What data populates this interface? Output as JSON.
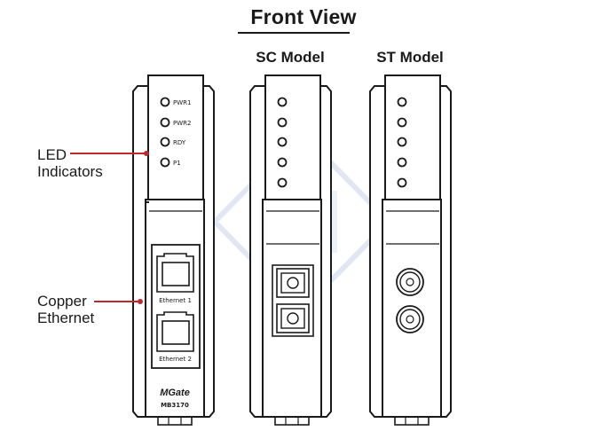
{
  "header": {
    "title": "Front View"
  },
  "models": {
    "sc_label": "SC Model",
    "st_label": "ST Model"
  },
  "callouts": {
    "led_line1": "LED",
    "led_line2": "Indicators",
    "copper_line1": "Copper",
    "copper_line2": "Ethernet"
  },
  "leds": [
    "PWR1",
    "PWR2",
    "RDY",
    "P1"
  ],
  "ports": {
    "eth1": "Ethernet 1",
    "eth2": "Ethernet 2"
  },
  "brand": {
    "name": "MGate",
    "model": "MB3170"
  },
  "colors": {
    "callout_red": "#c0282e",
    "outline": "#1a1a1a",
    "watermark": "#c9d3ea"
  }
}
